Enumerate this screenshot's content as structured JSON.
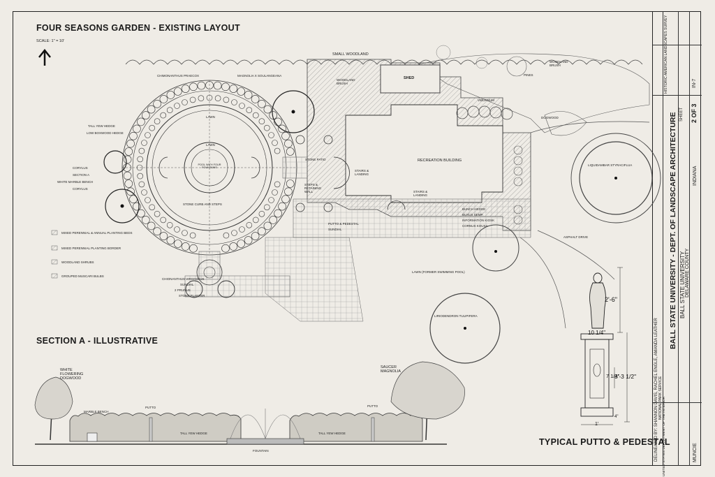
{
  "drawing": {
    "plan_title": "FOUR SEASONS GARDEN - EXISTING LAYOUT",
    "scale": "SCALE: 1\" = 10'",
    "section_title": "SECTION A - ILLUSTRATIVE",
    "putto_title": "TYPICAL PUTTO & PEDESTAL"
  },
  "plan_labels": {
    "small_woodland": "SMALL WOODLAND",
    "shed": "SHED",
    "recreation_building": "RECREATION BUILDING",
    "lawn_top": "LAWN",
    "lawn_inner": "LAWN",
    "pool": "POOL WITH FOUR FOUNTAINS",
    "stone_curb": "STONE CURB AND STEPS",
    "stone_patio": "STONE PATIO",
    "stairs_landing": "STAIRS & LANDING",
    "steps_wall": "STEPS & RETAINING WALL",
    "stairs_landing2": "STAIRS & LANDING",
    "viburnum": "VIBURNUM",
    "dogwood": "DOGWOOD",
    "lawn_pool": "LAWN (FORMER SWIMMING POOL)",
    "asphalt_drive": "ASPHALT DRIVE",
    "liquidambar": "LIQUIDAMBAR STYRACIFLUA",
    "liriodendron": "LIRIODENDRON TULIPIFERA",
    "woodland_brush": "WOODLAND BRUSH",
    "woodland_brush2": "WOODLAND BRUSH",
    "pines": "PINES",
    "magnolia": "MAGNOLIA X SOULANGEANA",
    "chimonanthus": "CHIMONANTHUS PRAECOX",
    "chionanthus": "CHIONANTHUS VIRGINICUS",
    "taxus": "TALL YEW HEDGE",
    "low_boxwood": "LOW BOXWOOD HEDGE",
    "corylus": "CORYLUS",
    "section_a": "SECTION A",
    "marble_bench": "WHITE MARBLE BENCH",
    "corylus2": "CORYLUS",
    "bunch_hedge": "BUNCH HEDGE",
    "buxus": "BUXUS SEMP.",
    "info_kiosk": "INFORMATION KIOSK",
    "cornus_kousa": "CORNUS KOUSA",
    "putto_pedestal": "PUTTO & PEDESTAL",
    "sundial": "SUNDIAL",
    "sundial2": "SUNDIAL",
    "raised_ped": "2 PRUNUS",
    "stone_planter": "STONE PLANTER"
  },
  "legend": [
    "MIXED PERENNIAL & ANNUAL PLANTING BEDS",
    "MIXED PERENNIAL PLANTING BORDER",
    "WOODLAND SHRUBS",
    "GROUPED MUSCARI BULBS"
  ],
  "section_labels": {
    "white_dogwood": "WHITE FLOWERING DOGWOOD",
    "marble_bench": "MARBLE BENCH",
    "putto_left": "PUTTO",
    "tall_yew_left": "TALL YEW HEDGE",
    "fountain": "FOUNTAIN",
    "tall_yew_right": "TALL YEW HEDGE",
    "putto_right": "PUTTO",
    "saucer_magnolia": "SAUCER MAGNOLIA"
  },
  "putto_dims": {
    "height_statue": "2'-6\"",
    "width_top": "10 1/4\"",
    "pedestal_height": "3'-3 1/2\"",
    "base_width": "1'",
    "inset": "7 1/4\"",
    "side": "4\""
  },
  "title_block": {
    "institution": "BALL STATE UNIVERSITY - DEPT. OF LANDSCAPE ARCHITECTURE",
    "project": "BALL STATE UNIVERSITY",
    "county": "DELAWARE COUNTY",
    "city": "MUNCIE",
    "state": "INDIANA",
    "sheet_label": "SHEET",
    "sheet_no": "2 OF 3",
    "survey": "HISTORIC AMERICAN LANDSCAPES SURVEY",
    "survey_no": "IN-7",
    "delineator": "DELINEATED BY: SHANNON DAVIS, RACHEL ENGLE, AMANDA LEATHER",
    "dept": "NATIONAL PARK SERVICE",
    "us_dept": "UNITED STATES DEPARTMENT OF THE INTERIOR"
  }
}
